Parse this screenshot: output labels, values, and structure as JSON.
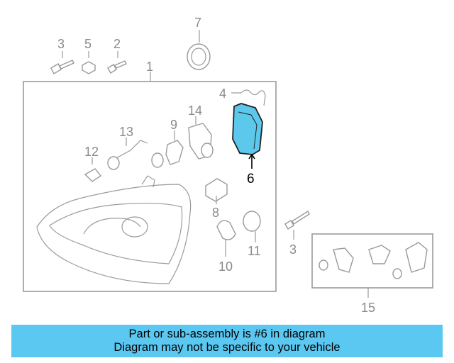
{
  "diagram": {
    "callouts": {
      "c1": "1",
      "c2": "2",
      "c3a": "3",
      "c3b": "3",
      "c4": "4",
      "c5": "5",
      "c6": "6",
      "c7": "7",
      "c8": "8",
      "c9": "9",
      "c10": "10",
      "c11": "11",
      "c12": "12",
      "c13": "13",
      "c14": "14",
      "c15": "15"
    },
    "highlight_part": "6",
    "highlight_color": "#5bc8ec"
  },
  "banner": {
    "line1": "Part or sub-assembly is #6 in diagram",
    "line2": "Diagram may not be specific to your vehicle",
    "background": "#5bc8f2"
  }
}
